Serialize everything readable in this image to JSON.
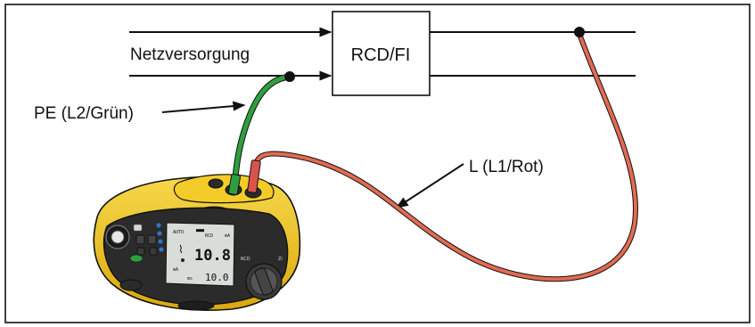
{
  "labels": {
    "supply": "Netzversorgung",
    "rcd": "RCD/FI",
    "pe": "PE (L2/Grün)",
    "line": "L (L1/Rot)"
  },
  "device": {
    "reading_main": "10.8",
    "reading_sub": "10.0"
  },
  "colors": {
    "outline": "#111111",
    "case_yellow": "#f1c21b",
    "case_dark": "#2b2b2b",
    "lead_green": "#2e9e3e",
    "lead_red": "#e36a52",
    "lcd": "#d9ddd8"
  }
}
